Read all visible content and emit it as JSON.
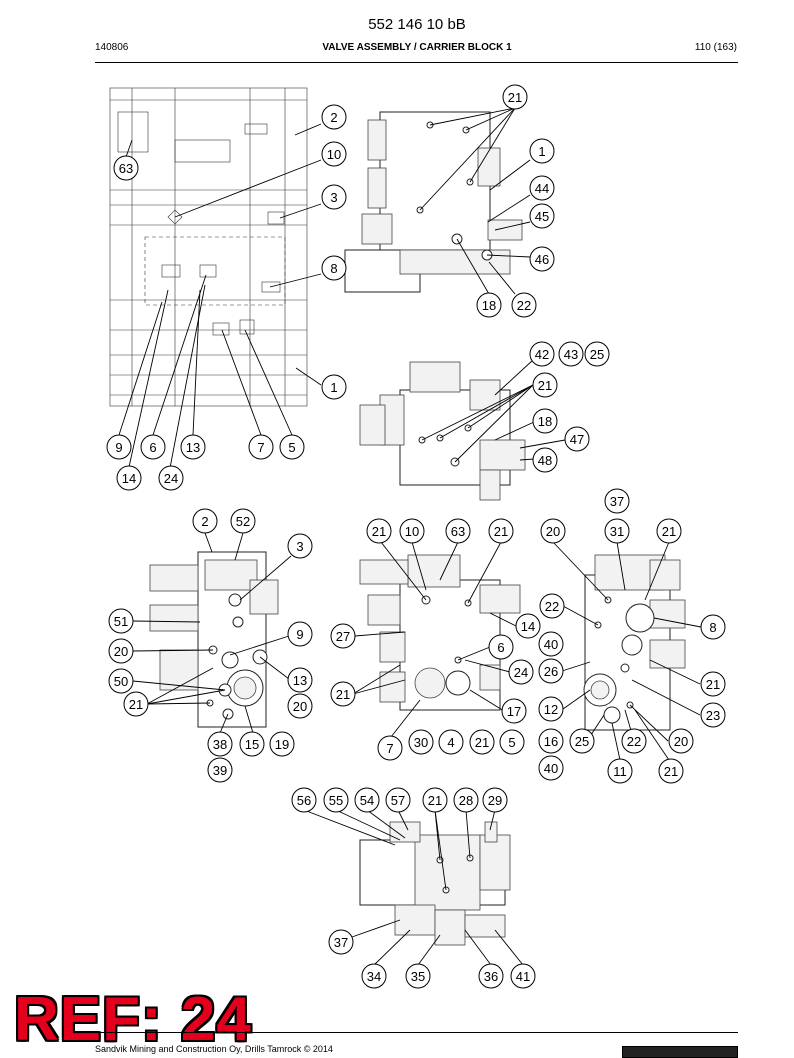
{
  "header": {
    "doc_number": "552 146 10 bB",
    "date_code": "140806",
    "title": "VALVE ASSEMBLY / CARRIER BLOCK 1",
    "page": "110 (163)"
  },
  "callouts": [
    {
      "label": "2"
    },
    {
      "label": "10"
    },
    {
      "label": "63"
    },
    {
      "label": "3"
    },
    {
      "label": "8"
    },
    {
      "label": "1"
    },
    {
      "label": "9"
    },
    {
      "label": "6"
    },
    {
      "label": "13"
    },
    {
      "label": "7"
    },
    {
      "label": "5"
    },
    {
      "label": "14"
    },
    {
      "label": "24"
    },
    {
      "label": "21"
    },
    {
      "label": "1"
    },
    {
      "label": "44"
    },
    {
      "label": "45"
    },
    {
      "label": "46"
    },
    {
      "label": "18"
    },
    {
      "label": "22"
    },
    {
      "label": "42"
    },
    {
      "label": "43"
    },
    {
      "label": "25"
    },
    {
      "label": "21"
    },
    {
      "label": "18"
    },
    {
      "label": "47"
    },
    {
      "label": "48"
    },
    {
      "label": "2"
    },
    {
      "label": "52"
    },
    {
      "label": "3"
    },
    {
      "label": "51"
    },
    {
      "label": "9"
    },
    {
      "label": "20"
    },
    {
      "label": "13"
    },
    {
      "label": "50"
    },
    {
      "label": "21"
    },
    {
      "label": "20"
    },
    {
      "label": "38"
    },
    {
      "label": "15"
    },
    {
      "label": "19"
    },
    {
      "label": "39"
    },
    {
      "label": "21"
    },
    {
      "label": "10"
    },
    {
      "label": "63"
    },
    {
      "label": "21"
    },
    {
      "label": "14"
    },
    {
      "label": "27"
    },
    {
      "label": "6"
    },
    {
      "label": "24"
    },
    {
      "label": "21"
    },
    {
      "label": "17"
    },
    {
      "label": "7"
    },
    {
      "label": "30"
    },
    {
      "label": "4"
    },
    {
      "label": "21"
    },
    {
      "label": "5"
    },
    {
      "label": "37"
    },
    {
      "label": "20"
    },
    {
      "label": "31"
    },
    {
      "label": "21"
    },
    {
      "label": "22"
    },
    {
      "label": "8"
    },
    {
      "label": "40"
    },
    {
      "label": "26"
    },
    {
      "label": "21"
    },
    {
      "label": "12"
    },
    {
      "label": "23"
    },
    {
      "label": "16"
    },
    {
      "label": "25"
    },
    {
      "label": "22"
    },
    {
      "label": "20"
    },
    {
      "label": "40"
    },
    {
      "label": "11"
    },
    {
      "label": "21"
    },
    {
      "label": "56"
    },
    {
      "label": "55"
    },
    {
      "label": "54"
    },
    {
      "label": "57"
    },
    {
      "label": "21"
    },
    {
      "label": "28"
    },
    {
      "label": "29"
    },
    {
      "label": "37"
    },
    {
      "label": "34"
    },
    {
      "label": "35"
    },
    {
      "label": "36"
    },
    {
      "label": "41"
    }
  ],
  "stamp": {
    "text": "REF: 24",
    "color": "#e4001c"
  },
  "footer": {
    "text": "Sandvik Mining and Construction Oy, Drills Tamrock © 2014"
  }
}
